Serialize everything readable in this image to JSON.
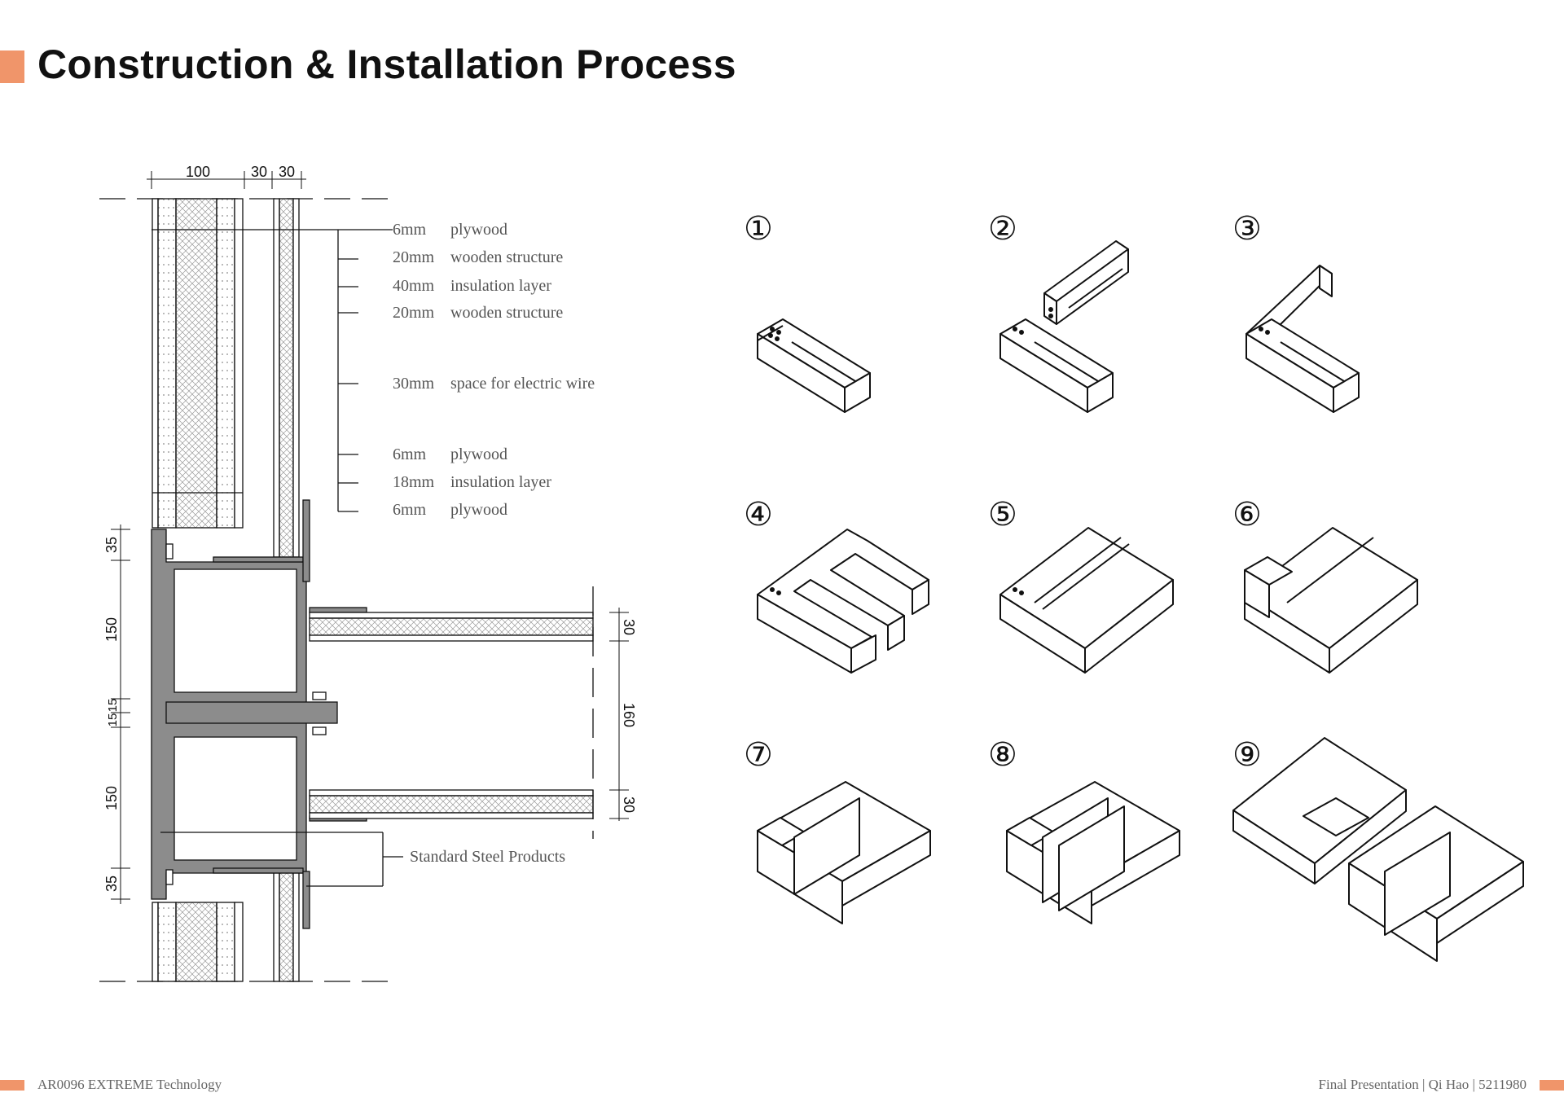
{
  "title": "Construction & Installation Process",
  "colors": {
    "accent": "#f0956a",
    "steel": "#8c8c8c"
  },
  "section": {
    "dimensions_top": [
      "100",
      "30",
      "30"
    ],
    "dimensions_left": [
      "35",
      "150",
      "15",
      "15",
      "150",
      "35"
    ],
    "dimensions_right": [
      "30",
      "160",
      "30"
    ],
    "layers": [
      {
        "thickness": "6mm",
        "material": "plywood"
      },
      {
        "thickness": "20mm",
        "material": "wooden structure"
      },
      {
        "thickness": "40mm",
        "material": "insulation layer"
      },
      {
        "thickness": "20mm",
        "material": "wooden structure"
      },
      {
        "thickness": "30mm",
        "material": "space for electric wire"
      },
      {
        "thickness": "6mm",
        "material": "plywood"
      },
      {
        "thickness": "18mm",
        "material": "insulation layer"
      },
      {
        "thickness": "6mm",
        "material": "plywood"
      }
    ],
    "steel_label": "Standard Steel Products"
  },
  "steps": [
    "①",
    "②",
    "③",
    "④",
    "⑤",
    "⑥",
    "⑦",
    "⑧",
    "⑨"
  ],
  "footer": {
    "left": "AR0096 EXTREME Technology",
    "right": "Final Presentation | Qi  Hao | 5211980"
  }
}
